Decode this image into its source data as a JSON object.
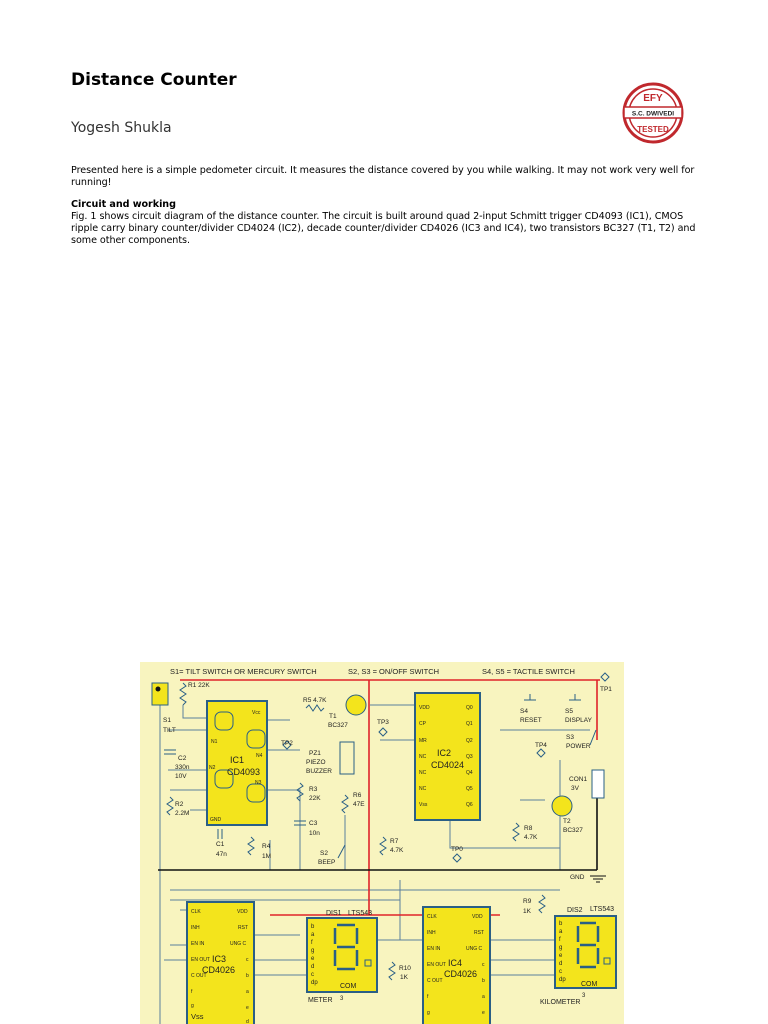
{
  "article": {
    "title": "Distance Counter",
    "author": "Yogesh Shukla",
    "intro": "Presented here is a simple pedometer circuit. It measures the distance covered by you while walking. It may not work very well for running!",
    "section_heading": "Circuit and working",
    "section_body": "Fig. 1 shows circuit diagram of the distance counter. The circuit is built around quad 2-input Schmitt trigger CD4093 (IC1), CMOS ripple carry binary counter/divider CD4024 (IC2), decade counter/divider CD4026 (IC3 and IC4), two transistors BC327 (T1, T2) and some other components."
  },
  "logo": {
    "top": "EFY",
    "middle": "S.C. DWIVEDI",
    "bottom": "TESTED",
    "color": "#c0282d"
  },
  "diagram": {
    "colors": {
      "background": "#f8f4bf",
      "ic_fill": "#f3e41c",
      "ic_border": "#2a5f86",
      "supply": "#e0242a",
      "wire": "#5a7f9c"
    },
    "notes": {
      "n1": "S1= TILT SWITCH OR MERCURY SWITCH",
      "n2": "S2, S3 = ON/OFF SWITCH",
      "n3": "S4, S5 = TACTILE SWITCH"
    },
    "ic1": {
      "name": "IC1",
      "part": "CD4093",
      "vcc": "Vcc",
      "gnd": "GND",
      "n1": "N1",
      "n2": "N2",
      "n3": "N3",
      "n4": "N4"
    },
    "ic2": {
      "name": "IC2",
      "part": "CD4024",
      "left": [
        "VDD",
        "CP",
        "MR",
        "NC",
        "NC",
        "NC",
        "Vss"
      ],
      "right": [
        "Q0",
        "Q1",
        "Q2",
        "Q3",
        "Q4",
        "Q5",
        "Q6"
      ]
    },
    "ic3": {
      "name": "IC3",
      "part": "CD4026",
      "left": [
        "CLK",
        "INH",
        "EN IN",
        "EN OUT",
        "C OUT",
        "f",
        "g",
        "Vss"
      ],
      "right": [
        "VDD",
        "RST",
        "UNG C",
        "c",
        "b",
        "a",
        "e",
        "d"
      ]
    },
    "ic4": {
      "name": "IC4",
      "part": "CD4026",
      "left": [
        "CLK",
        "INH",
        "EN IN",
        "EN OUT",
        "C OUT",
        "f",
        "g"
      ],
      "right": [
        "VDD",
        "RST",
        "UNG C",
        "c",
        "b",
        "a",
        "e"
      ]
    },
    "dis1": {
      "name": "DIS1",
      "part": "LTS543",
      "com": "COM",
      "pin3": "3",
      "caption": "METER",
      "segs": [
        "b",
        "a",
        "f",
        "g",
        "e",
        "d",
        "c",
        "dp"
      ]
    },
    "dis2": {
      "name": "DIS2",
      "part": "LTS543",
      "com": "COM",
      "pin3": "3",
      "caption": "KILOMETER",
      "segs": [
        "b",
        "a",
        "f",
        "g",
        "e",
        "d",
        "c",
        "dp"
      ]
    },
    "parts": {
      "r1": "R1  22K",
      "r2": "R2",
      "r2v": "2.2M",
      "r3": "R3",
      "r3v": "22K",
      "r4": "R4",
      "r4v": "1M",
      "r5": "R5  4.7K",
      "r6": "R6",
      "r6v": "47E",
      "r7": "R7",
      "r7v": "4.7K",
      "r8": "R8",
      "r8v": "4.7K",
      "r9": "R9",
      "r9v": "1K",
      "r10": "R10",
      "r10v": "1K",
      "c1": "C1",
      "c1v": "47n",
      "c2": "C2",
      "c2v": "330n",
      "c2v2": "10V",
      "c3": "C3",
      "c3v": "10n",
      "t1": "T1",
      "t1v": "BC327",
      "t2": "T2",
      "t2v": "BC327",
      "s1": "S1",
      "s1v": "TILT",
      "s2": "S2",
      "s2v": "BEEP",
      "s3": "S3",
      "s3v": "POWER",
      "s4": "S4",
      "s4v": "RESET",
      "s5": "S5",
      "s5v": "DISPLAY",
      "pz1": "PZ1",
      "pz1v": "PIEZO",
      "pz1v2": "BUZZER",
      "con1": "CON1",
      "con1v": "3V",
      "tp0": "TP0",
      "tp1": "TP1",
      "tp2": "TP2",
      "tp3": "TP3",
      "tp4": "TP4",
      "gnd": "GND"
    }
  }
}
